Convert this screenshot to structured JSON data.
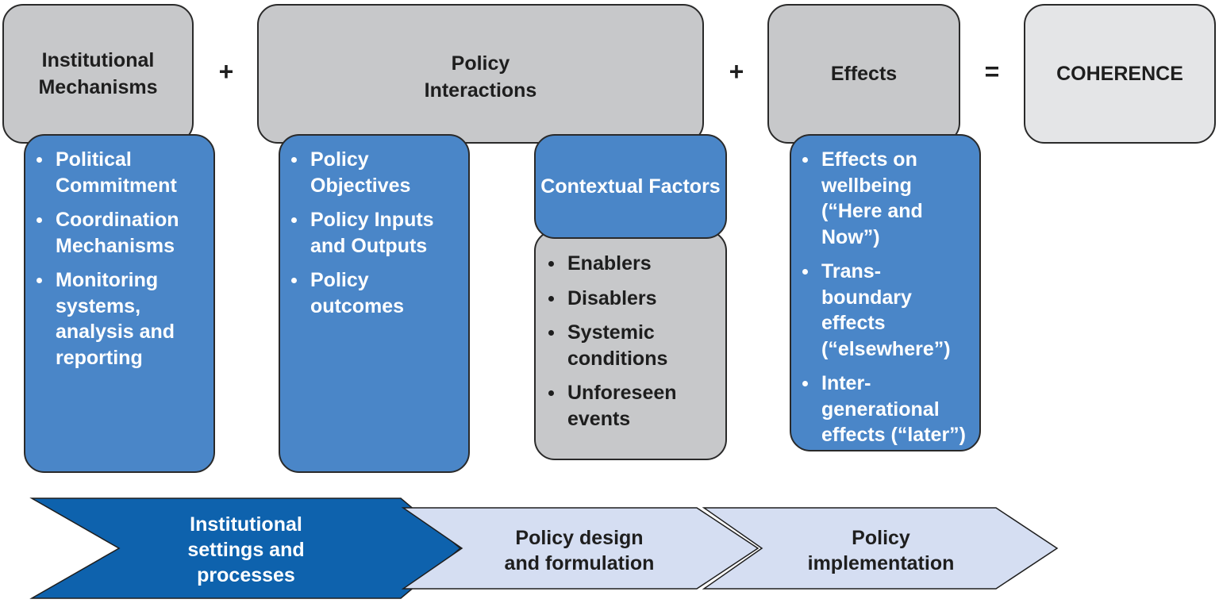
{
  "header": {
    "institutional": "Institutional\nMechanisms",
    "plus1": "+",
    "policy": "Policy\nInteractions",
    "plus2": "+",
    "effects": "Effects",
    "equals": "=",
    "coherence": "COHERENCE"
  },
  "institutional_items": [
    "Political\nCommitment",
    "Coordination\nMechanisms",
    "Monitoring\nsystems,\nanalysis and\nreporting"
  ],
  "policy_items": [
    "Policy\nObjectives",
    "Policy Inputs\nand Outputs",
    "Policy\noutcomes"
  ],
  "contextual": {
    "title": "Contextual Factors",
    "items": [
      "Enablers",
      "Disablers",
      "Systemic\nconditions",
      "Unforeseen\nevents"
    ]
  },
  "effects_items": [
    "Effects on\nwellbeing\n(“Here and\nNow”)",
    "Trans-\nboundary\neffects\n(“elsewhere”)",
    "Inter-\ngenerational\neffects (“later”)"
  ],
  "arrows": [
    "Institutional\nsettings and\nprocesses",
    "Policy design\nand formulation",
    "Policy\nimplementation"
  ],
  "colors": {
    "blue_box": "#4a86c8",
    "grey_box": "#c7c8ca",
    "arrow_dark": "#0e62ad",
    "arrow_light": "#d5def2"
  }
}
